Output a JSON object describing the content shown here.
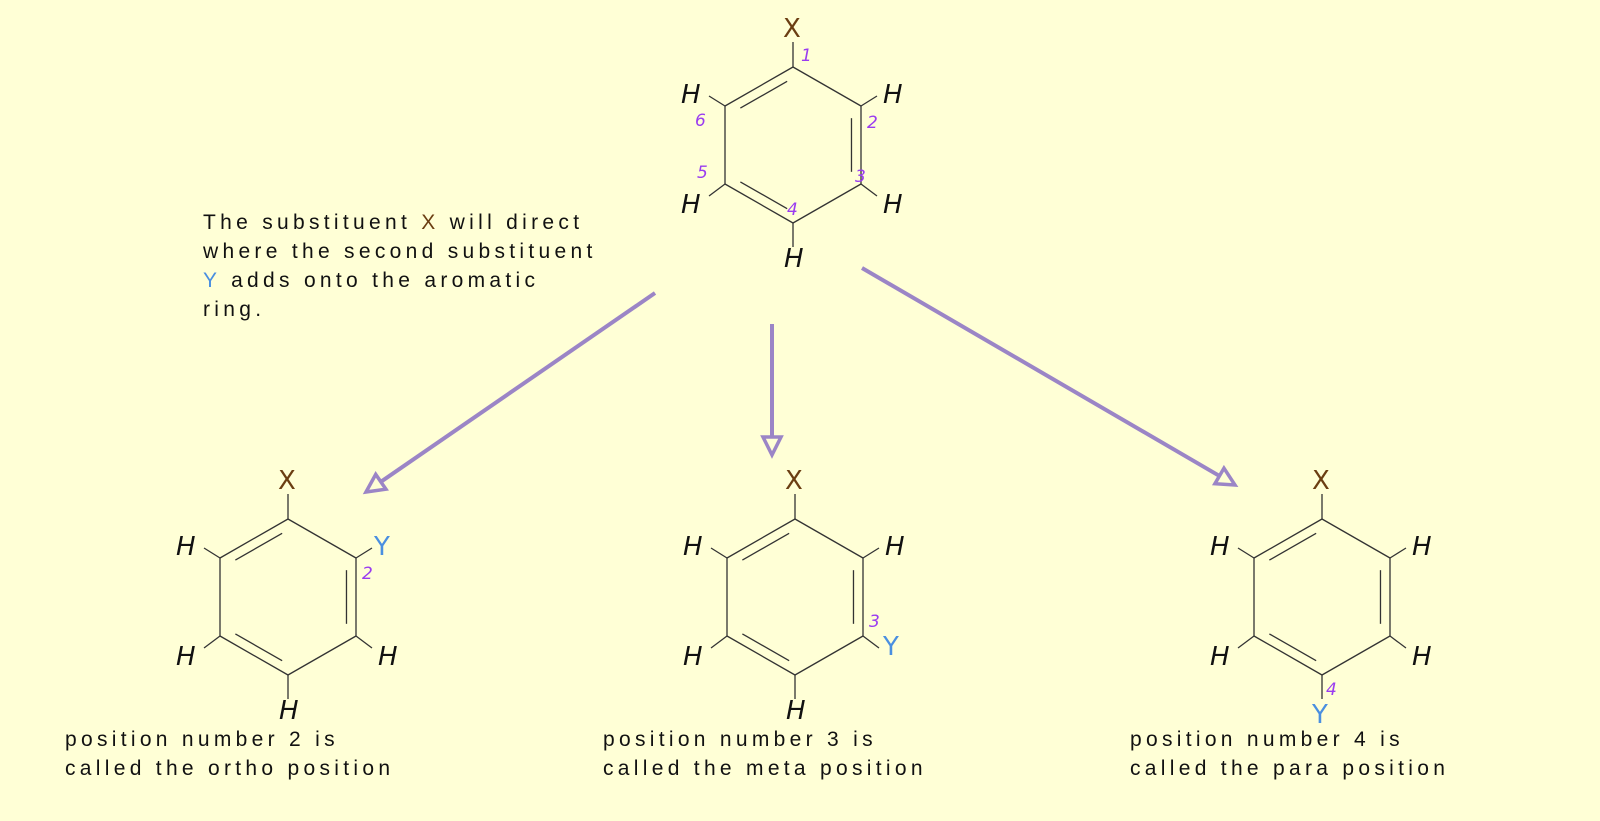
{
  "colors": {
    "background": "#ffffd6",
    "arrow": "#9b85c6",
    "substituent_x": "#6b3e12",
    "substituent_y": "#4a8fe0",
    "position_numbers": "#9a3cf0",
    "bonds": "#333333"
  },
  "intro": {
    "part1": "The substituent ",
    "x": "X",
    "part2": " will direct\nwhere the second substituent\n",
    "y": "Y",
    "part3": " adds onto the aromatic\nring."
  },
  "molecules": [
    {
      "id": "parent",
      "x": "X",
      "h": "H",
      "numbers": [
        "1",
        "2",
        "3",
        "4",
        "5",
        "6"
      ]
    },
    {
      "id": "ortho",
      "x": "X",
      "y": "Y",
      "h": "H",
      "y_position": "2",
      "caption_line1": "position number 2 is",
      "caption_line2": "called the ortho position"
    },
    {
      "id": "meta",
      "x": "X",
      "y": "Y",
      "h": "H",
      "y_position": "3",
      "caption_line1": "position number 3 is",
      "caption_line2": "called the meta position"
    },
    {
      "id": "para",
      "x": "X",
      "y": "Y",
      "h": "H",
      "y_position": "4",
      "caption_line1": "position number 4 is",
      "caption_line2": "called the para position"
    }
  ]
}
